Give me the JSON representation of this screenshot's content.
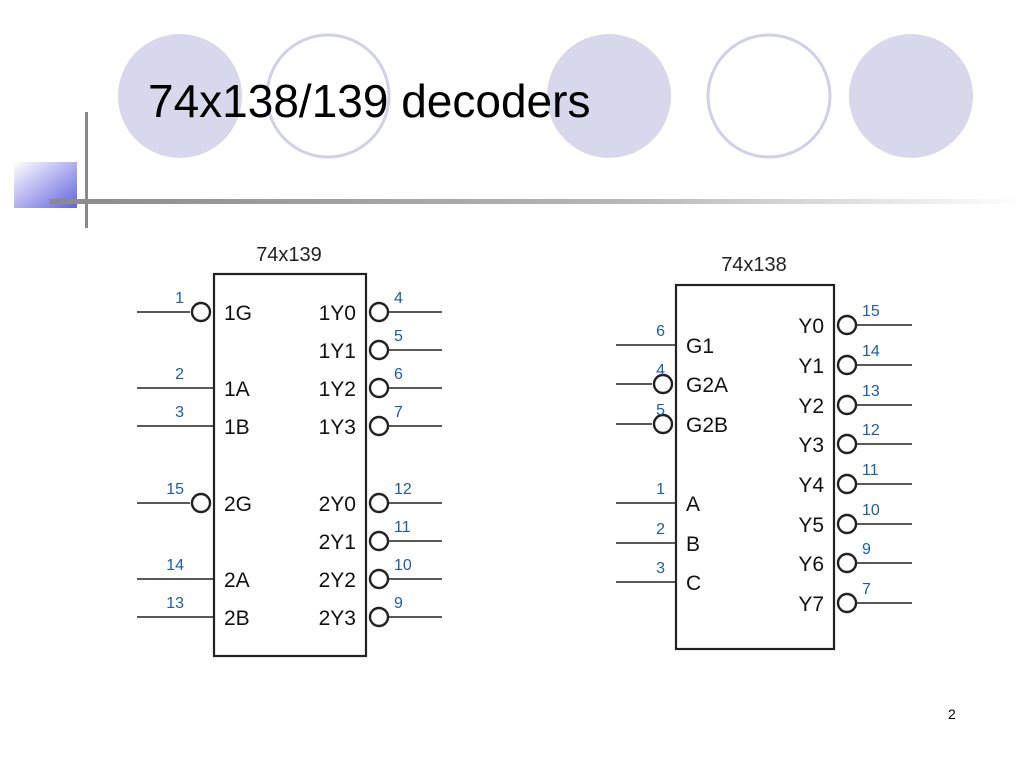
{
  "slide": {
    "title": "74x138/139 decoders",
    "page_number": "2",
    "colors": {
      "circle_fill": "#d8d8ec",
      "accent": "#6666dd",
      "pin_number": "#1a5fa8"
    }
  },
  "chip139": {
    "name": "74x139",
    "inputs": [
      {
        "name": "1G",
        "pin": "1",
        "active_low": true
      },
      {
        "name": "1A",
        "pin": "2",
        "active_low": false
      },
      {
        "name": "1B",
        "pin": "3",
        "active_low": false
      },
      {
        "name": "2G",
        "pin": "15",
        "active_low": true
      },
      {
        "name": "2A",
        "pin": "14",
        "active_low": false
      },
      {
        "name": "2B",
        "pin": "13",
        "active_low": false
      }
    ],
    "outputs": [
      {
        "name": "1Y0",
        "pin": "4"
      },
      {
        "name": "1Y1",
        "pin": "5"
      },
      {
        "name": "1Y2",
        "pin": "6"
      },
      {
        "name": "1Y3",
        "pin": "7"
      },
      {
        "name": "2Y0",
        "pin": "12"
      },
      {
        "name": "2Y1",
        "pin": "11"
      },
      {
        "name": "2Y2",
        "pin": "10"
      },
      {
        "name": "2Y3",
        "pin": "9"
      }
    ]
  },
  "chip138": {
    "name": "74x138",
    "inputs": [
      {
        "name": "G1",
        "pin": "6",
        "active_low": false
      },
      {
        "name": "G2A",
        "pin": "4",
        "active_low": true
      },
      {
        "name": "G2B",
        "pin": "5",
        "active_low": true
      },
      {
        "name": "A",
        "pin": "1",
        "active_low": false
      },
      {
        "name": "B",
        "pin": "2",
        "active_low": false
      },
      {
        "name": "C",
        "pin": "3",
        "active_low": false
      }
    ],
    "outputs": [
      {
        "name": "Y0",
        "pin": "15"
      },
      {
        "name": "Y1",
        "pin": "14"
      },
      {
        "name": "Y2",
        "pin": "13"
      },
      {
        "name": "Y3",
        "pin": "12"
      },
      {
        "name": "Y4",
        "pin": "11"
      },
      {
        "name": "Y5",
        "pin": "10"
      },
      {
        "name": "Y6",
        "pin": "9"
      },
      {
        "name": "Y7",
        "pin": "7"
      }
    ]
  }
}
